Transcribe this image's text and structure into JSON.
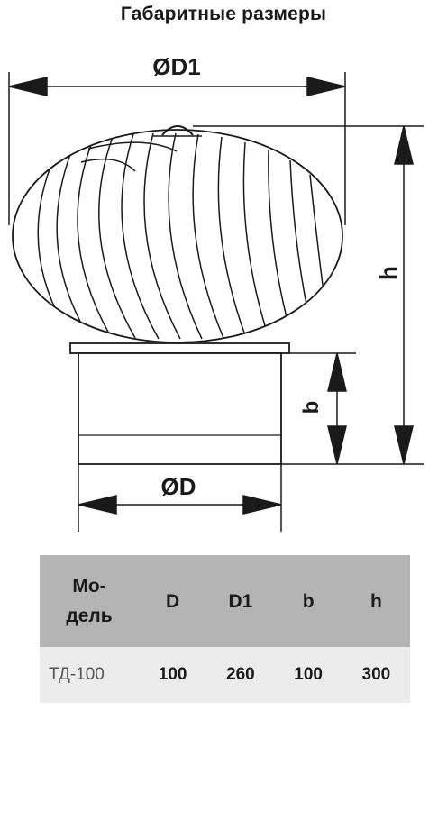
{
  "title": "Габаритные размеры",
  "dimensions": {
    "d1": "ØD1",
    "d": "ØD",
    "h": "h",
    "b": "b"
  },
  "table": {
    "header_model_line1": "Мо-",
    "header_model_line2": "дель",
    "columns": [
      "D",
      "D1",
      "b",
      "h"
    ],
    "rows": [
      {
        "model": "ТД-100",
        "values": [
          "100",
          "260",
          "100",
          "300"
        ]
      }
    ]
  },
  "colors": {
    "stroke": "#1a1a1a",
    "table_header": "#b4b4b4",
    "table_row": "#ececec"
  }
}
